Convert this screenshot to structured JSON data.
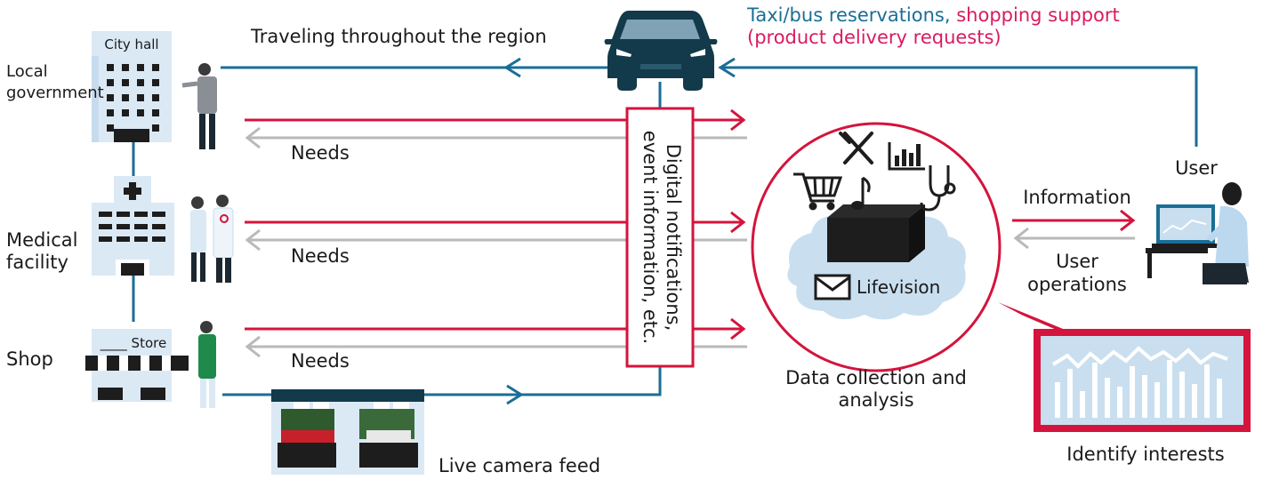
{
  "colors": {
    "blue": "#1a6e96",
    "red": "#d4143c",
    "gray": "#b9b9b9",
    "pink": "#d81b60",
    "teal": "#1aa0c8",
    "navy": "#123a4a",
    "lightblue": "#c9dff0",
    "building": "#dbe9f5"
  },
  "labels": {
    "local_government": [
      "Local",
      "government"
    ],
    "city_hall": "City hall",
    "medical_facility": [
      "Medical",
      "facility"
    ],
    "shop": "Shop",
    "store": "____ Store",
    "traveling": "Traveling throughout the region",
    "needs": "Needs",
    "digital_notifications": [
      "Digital notifications,",
      "event information, etc."
    ],
    "reservations": "Taxi/bus reservations,",
    "shopping": "shopping support",
    "product_delivery": "(product delivery requests)",
    "user": "User",
    "information": "Information",
    "user_operations": [
      "User",
      "operations"
    ],
    "lifevision": "Lifevision",
    "data_collection": [
      "Data collection and",
      "analysis"
    ],
    "identify_interests": "Identify interests",
    "live_camera": "Live camera feed"
  },
  "icons": [
    "car-icon",
    "fork-knife-icon",
    "bar-chart-icon",
    "shopping-cart-icon",
    "music-note-icon",
    "stethoscope-icon",
    "envelope-icon",
    "building-icon",
    "hospital-icon",
    "storefront-icon",
    "person-icon",
    "laptop-icon"
  ]
}
